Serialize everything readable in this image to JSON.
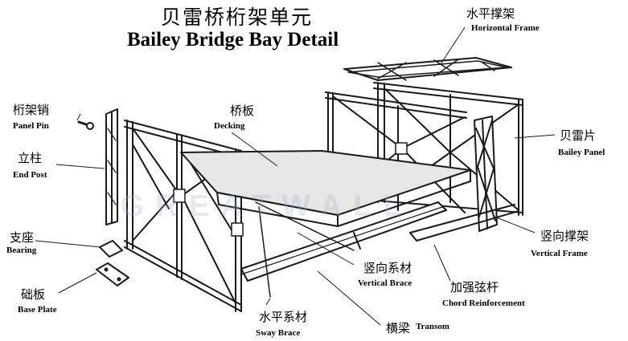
{
  "title": {
    "cn": "贝雷桥桁架单元",
    "en": "Bailey Bridge Bay Detail"
  },
  "watermark": "GREATWALL",
  "labels": {
    "horizontal_frame": {
      "cn": "水平撑架",
      "en": "Horizontal  Frame"
    },
    "panel_pin": {
      "cn": "桁架销",
      "en": "Panel Pin"
    },
    "decking": {
      "cn": "桥板",
      "en": "Decking"
    },
    "end_post": {
      "cn": "立柱",
      "en": "End Post"
    },
    "bailey_panel": {
      "cn": "贝雷片",
      "en": "Bailey Panel"
    },
    "bearing": {
      "cn": "支座",
      "en": "Bearing"
    },
    "vertical_frame": {
      "cn": "竖向撑架",
      "en": "Vertical Frame"
    },
    "vertical_brace": {
      "cn": "竖向系材",
      "en": "Vertical Brace"
    },
    "base_plate": {
      "cn": "础板",
      "en": "Base Plate"
    },
    "chord_reinforcement": {
      "cn": "加强弦杆",
      "en": "Chord Reinforcement"
    },
    "sway_brace": {
      "cn": "水平系材",
      "en": "Sway Brace"
    },
    "transom": {
      "cn": "横梁",
      "en": "Transom"
    }
  },
  "colors": {
    "line": "#1a1a1a",
    "deck": "#e6e6e6",
    "watermark": "#9fb4c8"
  }
}
